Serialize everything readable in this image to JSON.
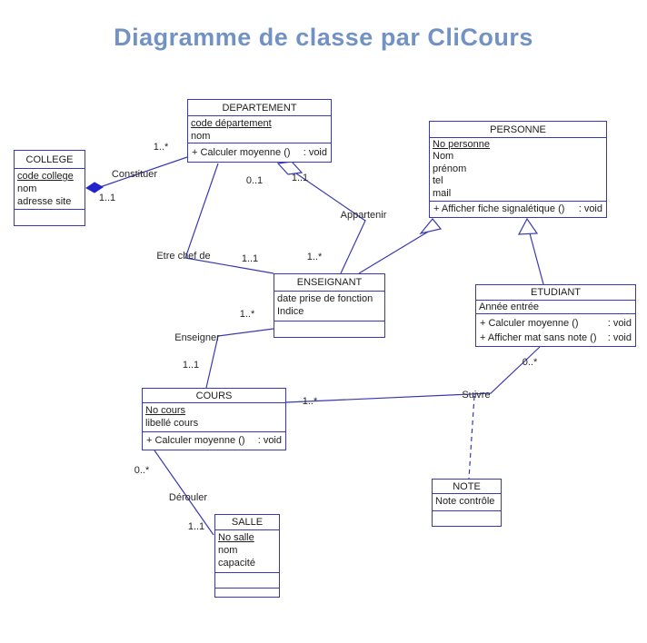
{
  "page": {
    "title": "Diagramme de classe par CliCours",
    "title_color": "#7292c3",
    "line_color": "#3838b2",
    "composition_diamond_color": "#2323cc"
  },
  "diagram": {
    "classes": [
      {
        "id": "college",
        "name": "COLLEGE",
        "attributes": [
          {
            "text": "code college",
            "key": true
          },
          {
            "text": "nom"
          },
          {
            "text": "adresse site"
          }
        ],
        "operations": []
      },
      {
        "id": "departement",
        "name": "DEPARTEMENT",
        "attributes": [
          {
            "text": "code département",
            "key": true
          },
          {
            "text": "nom"
          }
        ],
        "operations": [
          {
            "label": "+  Calculer moyenne ()",
            "type": ": void"
          }
        ]
      },
      {
        "id": "personne",
        "name": "PERSONNE",
        "attributes": [
          {
            "text": "No personne",
            "key": true
          },
          {
            "text": "Nom"
          },
          {
            "text": "prénom"
          },
          {
            "text": "tel"
          },
          {
            "text": "mail"
          }
        ],
        "operations": [
          {
            "label": "+  Afficher fiche signalétique ()",
            "type": ": void"
          }
        ]
      },
      {
        "id": "enseignant",
        "name": "ENSEIGNANT",
        "attributes": [
          {
            "text": "date prise de fonction"
          },
          {
            "text": "Indice"
          }
        ],
        "operations": []
      },
      {
        "id": "etudiant",
        "name": "ETUDIANT",
        "attributes": [
          {
            "text": "Année entrée"
          }
        ],
        "operations": [
          {
            "label": "+  Calculer moyenne ()",
            "type": ": void"
          },
          {
            "label": "+  Afficher mat sans note ()",
            "type": ": void"
          }
        ]
      },
      {
        "id": "cours",
        "name": "COURS",
        "attributes": [
          {
            "text": "No cours",
            "key": true
          },
          {
            "text": "libellé cours"
          }
        ],
        "operations": [
          {
            "label": "+  Calculer moyenne ()",
            "type": ": void"
          }
        ]
      },
      {
        "id": "note",
        "name": "NOTE",
        "attributes": [
          {
            "text": "Note contrôle"
          }
        ],
        "operations": []
      },
      {
        "id": "salle",
        "name": "SALLE",
        "attributes": [
          {
            "text": "No salle",
            "key": true
          },
          {
            "text": "nom"
          },
          {
            "text": "capacité"
          }
        ],
        "operations": []
      }
    ],
    "labels": {
      "constituer": "Constituer",
      "etre_chef_de": "Etre chef de",
      "appartenir": "Appartenir",
      "enseigner": "Enseigner",
      "suivre": "Suivre",
      "derouler": "Dérouler"
    },
    "mults": {
      "college_constituer": "1..1",
      "dept_constituer": "1..*",
      "dept_chef": "0..1",
      "ens_chef": "1..1",
      "dept_appartenir": "1..1",
      "ens_appartenir": "1..*",
      "ens_enseigner": "1..*",
      "cours_enseigner": "1..1",
      "cours_suivre": "1..*",
      "etudiant_suivre": "0..*",
      "cours_derouler": "0..*",
      "salle_derouler": "1..1"
    }
  }
}
